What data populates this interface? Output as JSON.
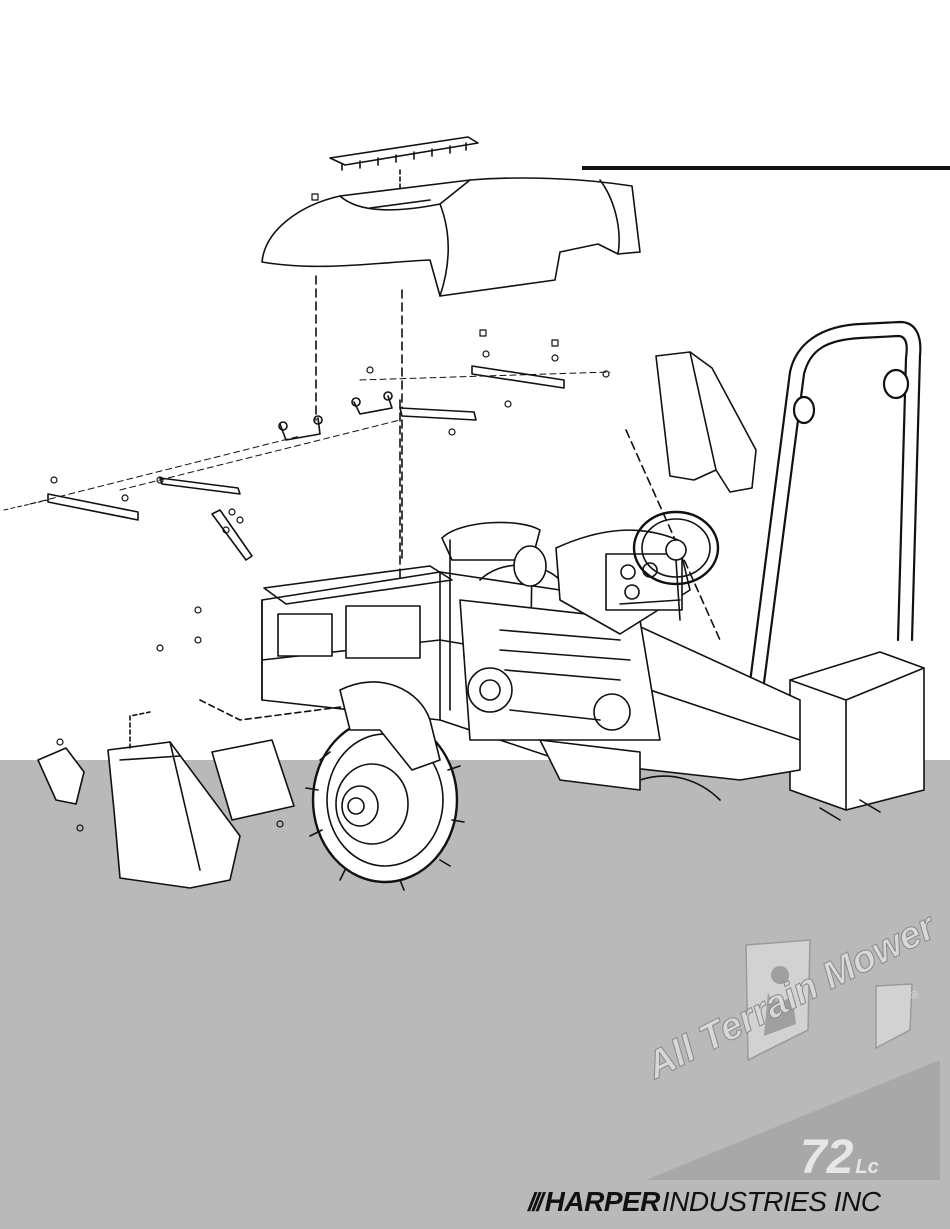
{
  "logo": {
    "product_name": "All Terrain Mower",
    "model_number": "72",
    "model_suffix": "Lc",
    "registered_mark": "®"
  },
  "brand": {
    "slashes": "///",
    "company_bold": "HARPER",
    "company_rest": "INDUSTRIES INC"
  },
  "colors": {
    "band": "#b9b9b9",
    "ink": "#111111",
    "logo_fill": "#e6e6e6"
  }
}
